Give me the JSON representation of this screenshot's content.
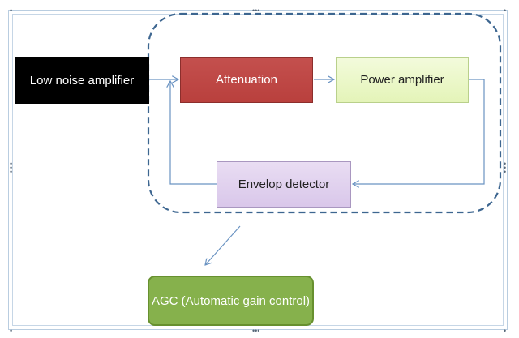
{
  "diagram": {
    "nodes": {
      "lna": "Low noise amplifier",
      "attenuation": "Attenuation",
      "power_amp": "Power amplifier",
      "envelope": "Envelop detector",
      "agc": "AGC (Automatic gain control)"
    },
    "edges": [
      {
        "from": "lna",
        "to": "attenuation"
      },
      {
        "from": "attenuation",
        "to": "power_amp"
      },
      {
        "from": "power_amp",
        "to": "envelope"
      },
      {
        "from": "envelope",
        "to": "attenuation"
      },
      {
        "from": "loop-group",
        "to": "agc"
      }
    ],
    "colors": {
      "lna_fill": "#000000",
      "attenuation_fill": "#c0504d",
      "power_amp_fill": "#ebf7c6",
      "envelope_fill": "#e0d2ee",
      "agc_fill": "#86b14c",
      "loop_outline": "#3d6690",
      "connector": "#6a93c2"
    }
  }
}
